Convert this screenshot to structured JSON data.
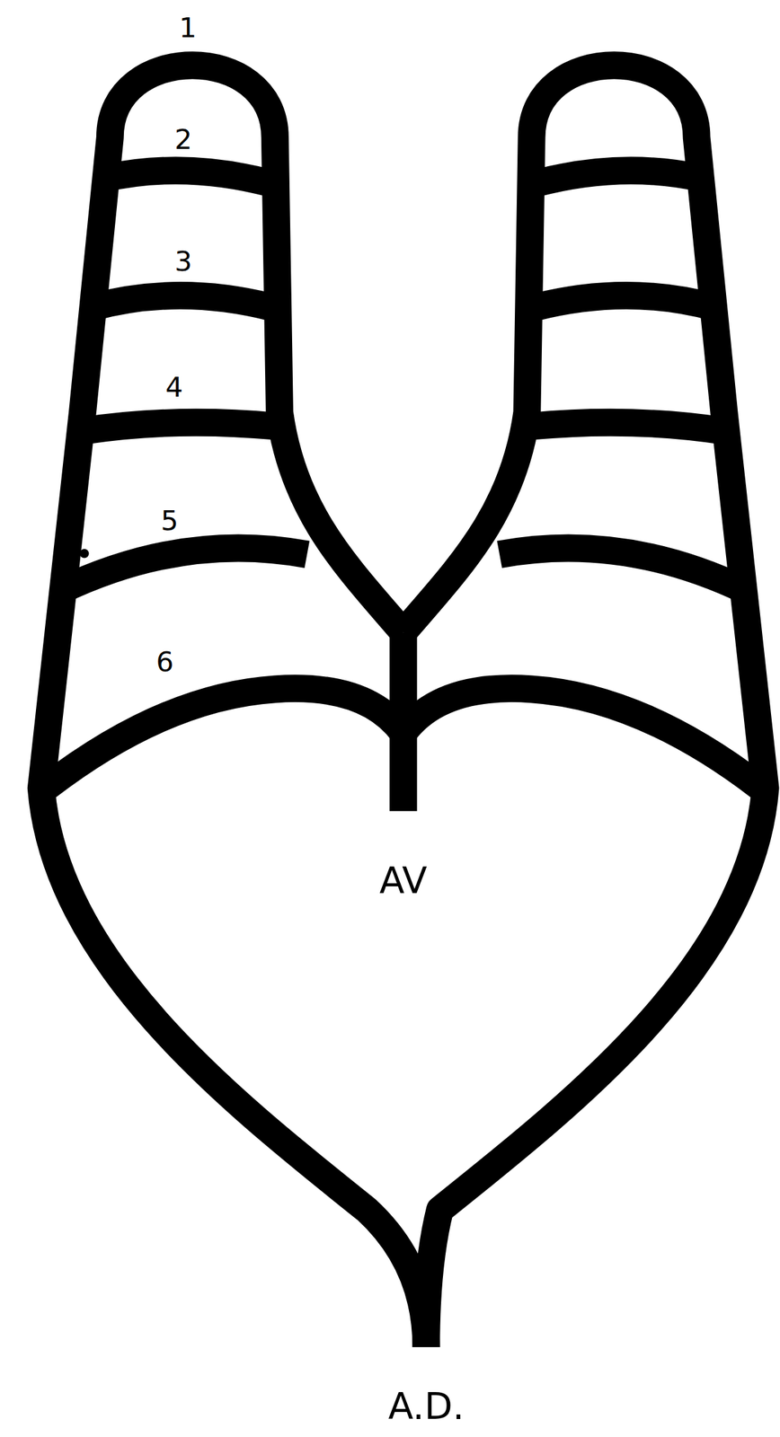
{
  "diagram": {
    "labels": [
      "1",
      "2",
      "3",
      "4",
      "5",
      "6",
      "AV",
      "A.D."
    ]
  }
}
